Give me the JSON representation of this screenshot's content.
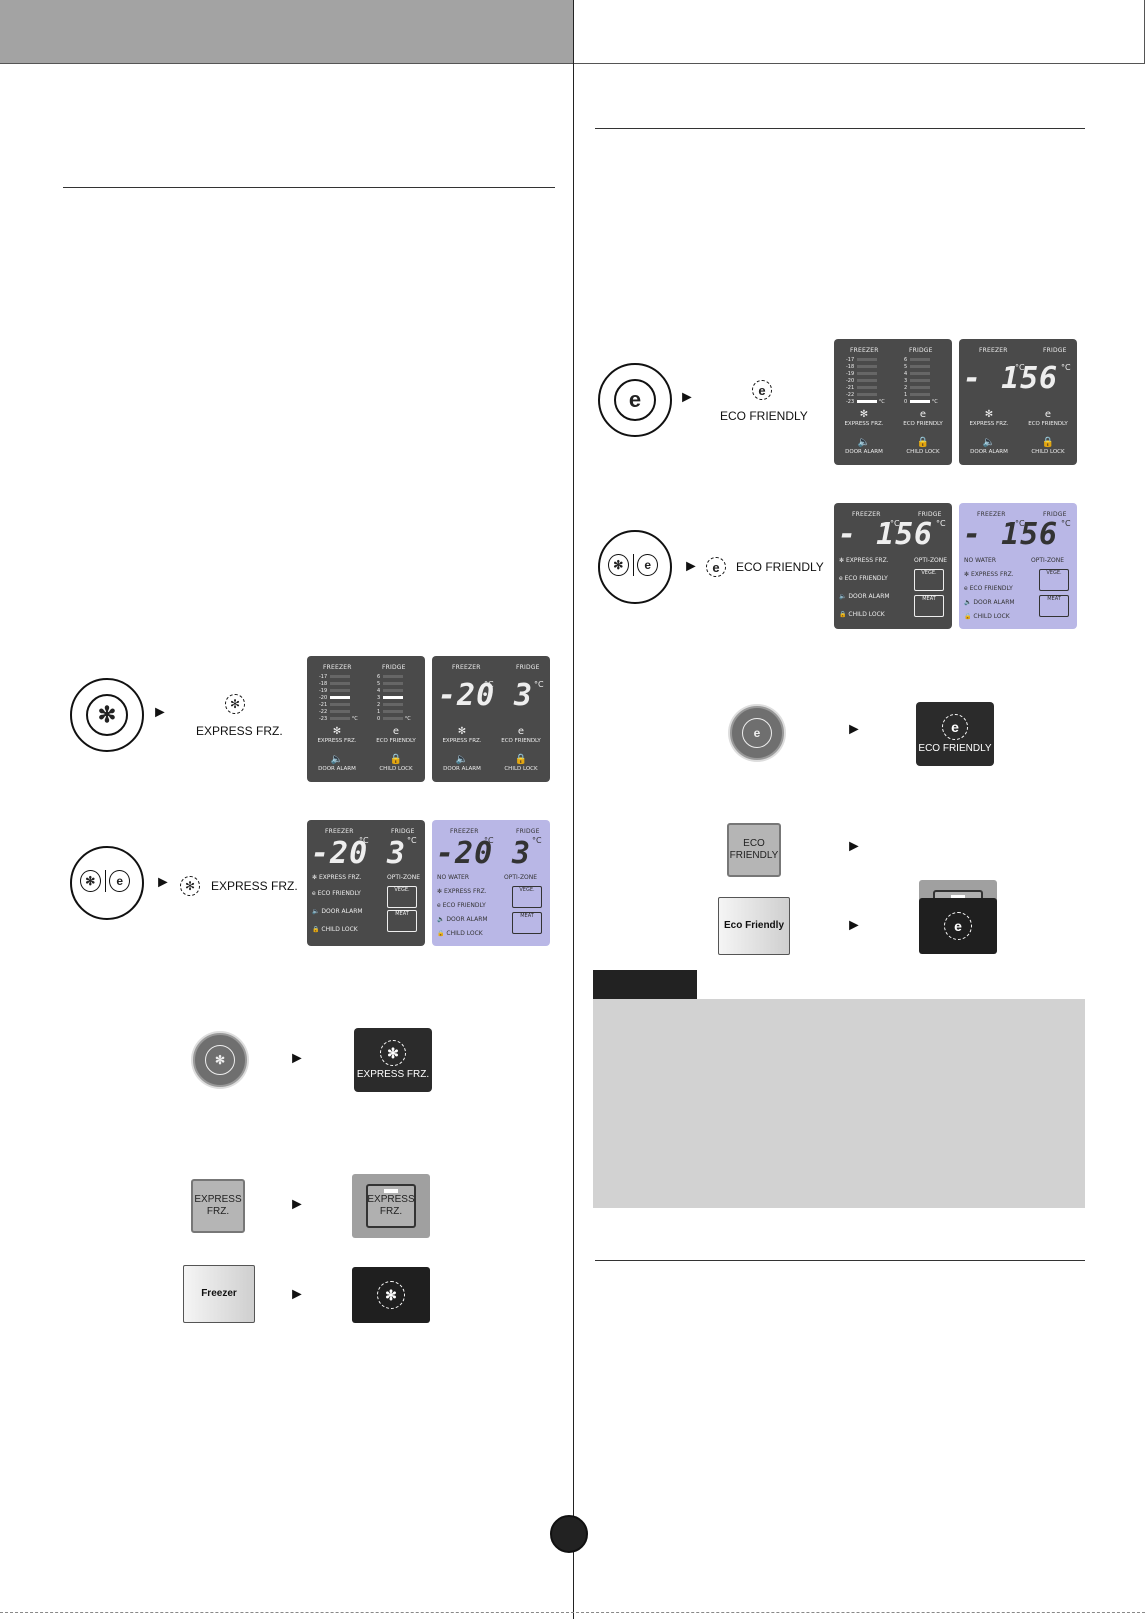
{
  "controls": {
    "express_frz_label": "EXPRESS FRZ.",
    "eco_friendly_label": "ECO FRIENDLY"
  },
  "panel_express": {
    "freezer": "FREEZER",
    "fridge": "FRIDGE",
    "freezer_scale": [
      "-17",
      "-18",
      "-19",
      "-20",
      "-21",
      "-22",
      "-23"
    ],
    "fridge_scale": [
      "6",
      "5",
      "4",
      "3",
      "2",
      "1",
      "0"
    ],
    "unit": "°C",
    "freezer_temp": "-20",
    "fridge_temp": "3",
    "express_frz": "EXPRESS FRZ.",
    "eco_friendly": "ECO FRIENDLY",
    "door_alarm": "DOOR ALARM",
    "child_lock": "CHILD LOCK",
    "no_water": "NO WATER",
    "opti_zone": "OPTI-ZONE",
    "vege": "VEGE.",
    "meat": "MEAT"
  },
  "panel_eco": {
    "freezer_temp": "- 15",
    "fridge_temp": "6"
  },
  "led": {
    "express_square": "EXPRESS FRZ.",
    "express_square_on": "EXPRESS FRZ.",
    "freezer_button": "Freezer",
    "express_black": "EXPRESS FRZ.",
    "eco_square": "ECO FRIENDLY",
    "eco_square_on": "ECO FRIENDLY",
    "eco_button": "Eco Friendly",
    "eco_black": "ECO FRIENDLY"
  },
  "icons": {
    "snowflake": "✻",
    "eco": "e",
    "speaker": "🔈",
    "lock": "🔒",
    "arrow": "►"
  }
}
